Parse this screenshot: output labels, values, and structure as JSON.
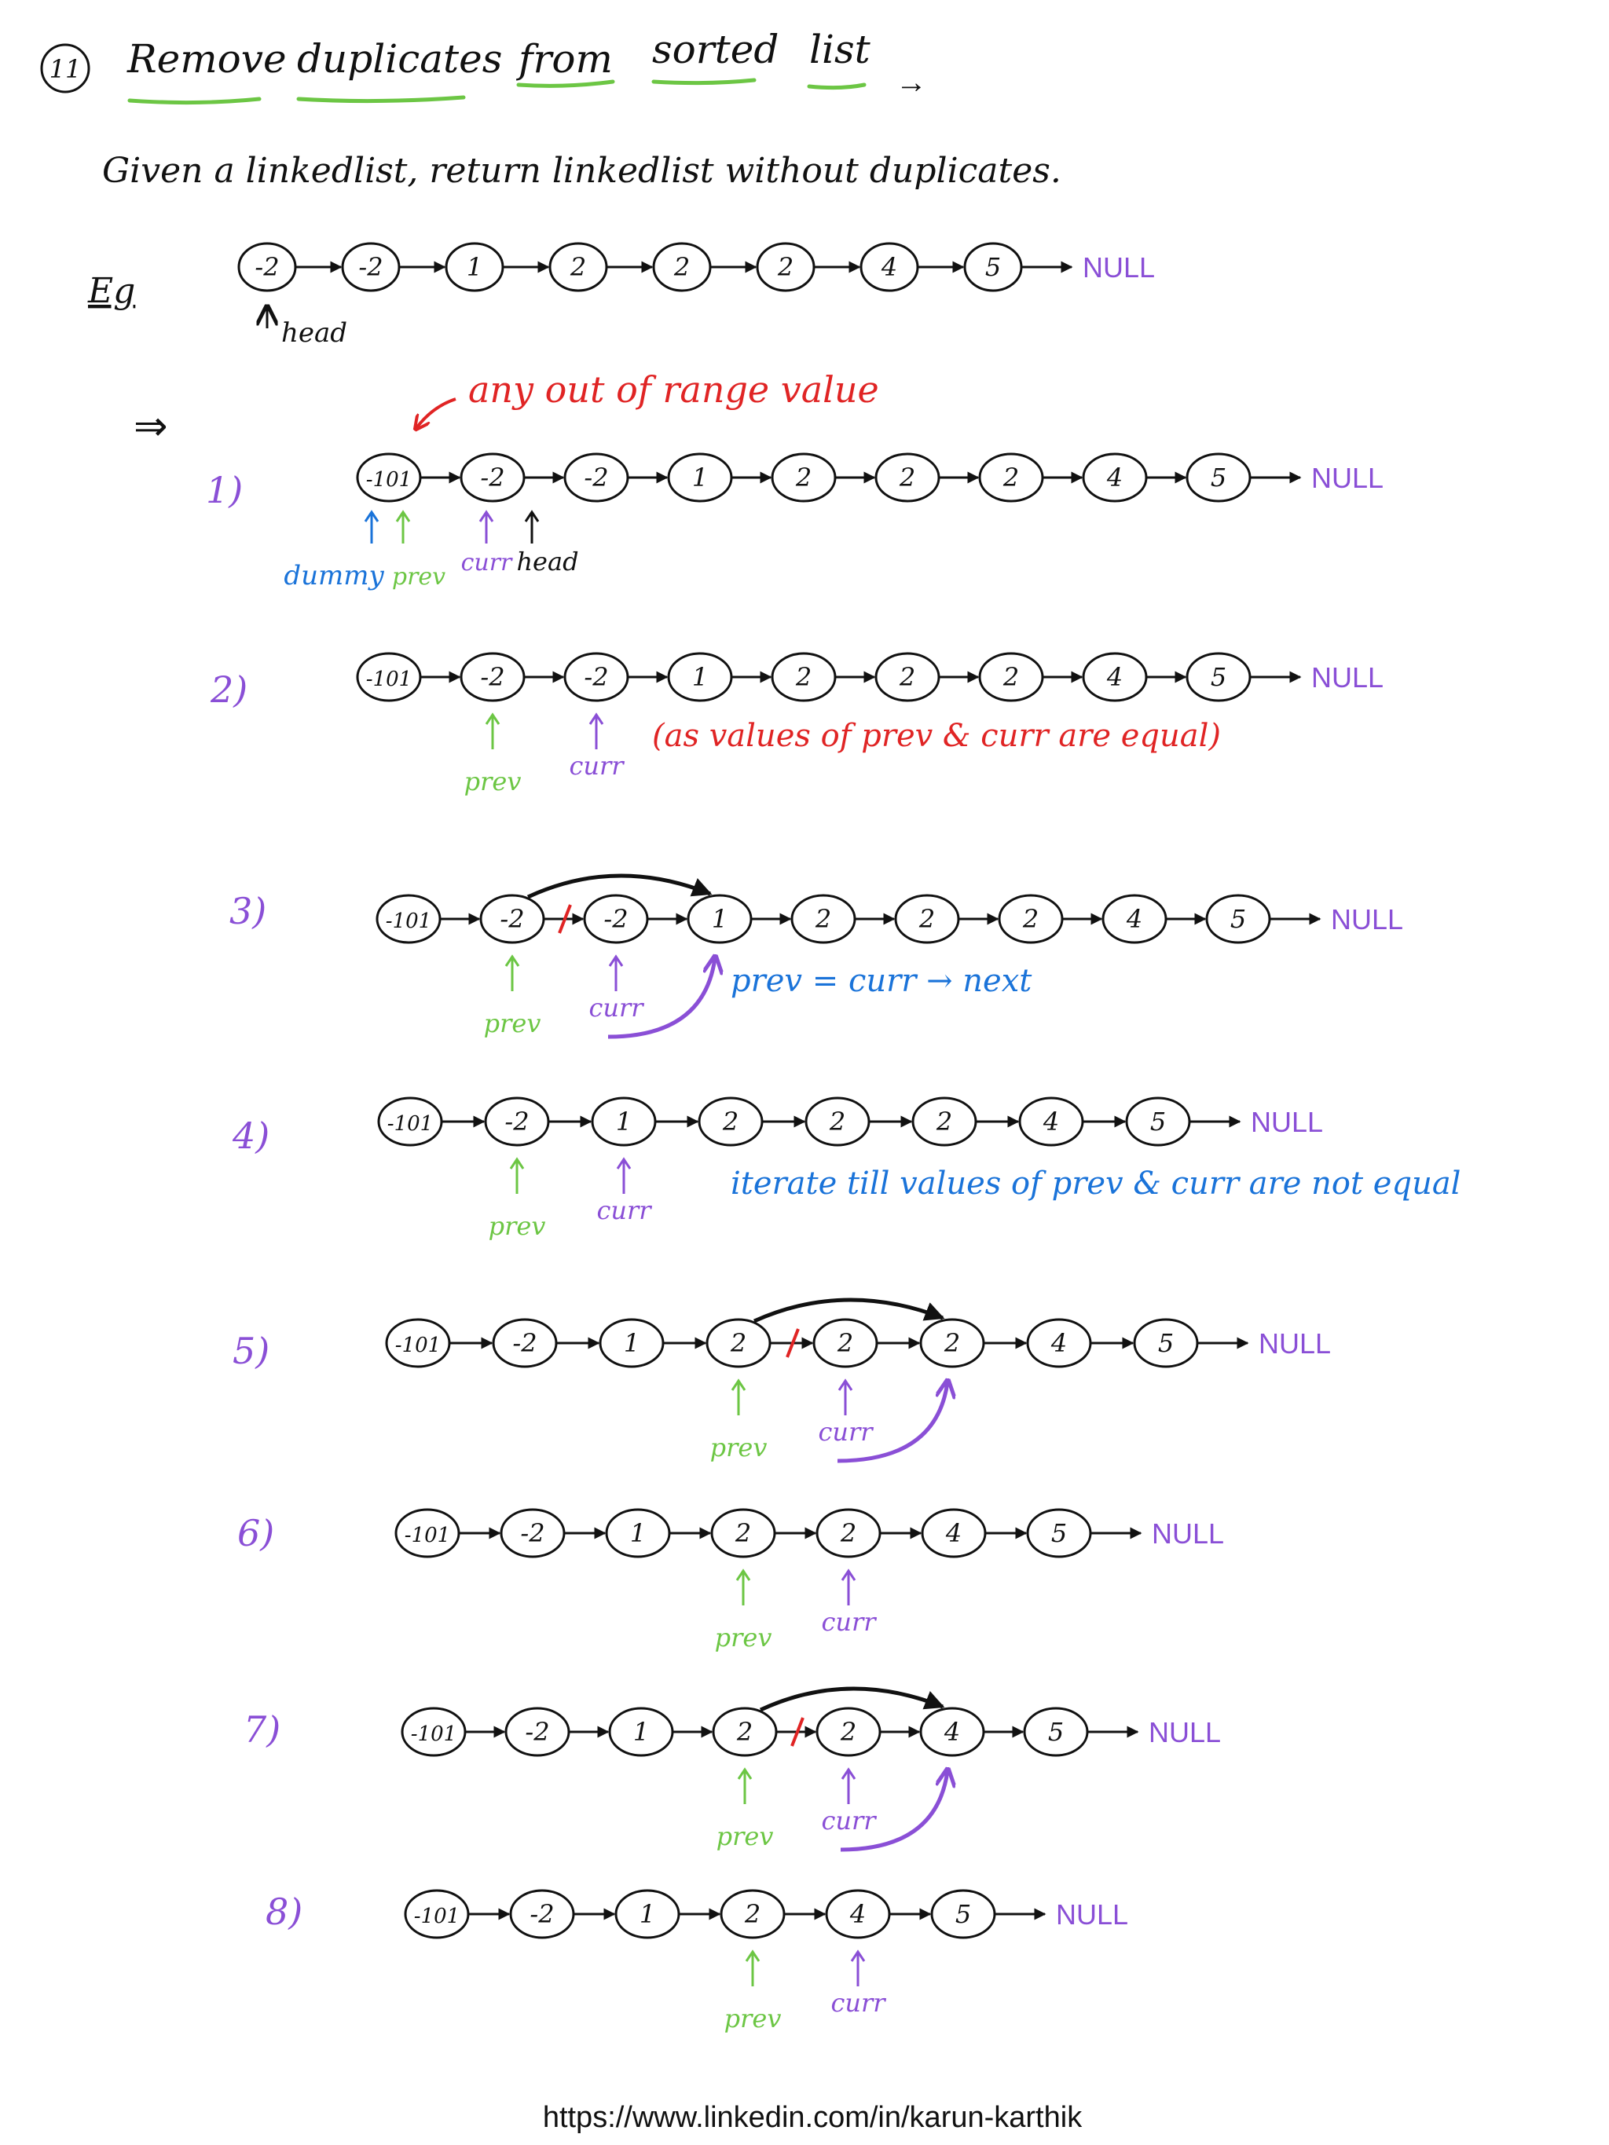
{
  "title": {
    "number": "11",
    "words": [
      "Remove",
      "duplicates",
      "from",
      "sorted",
      "list"
    ],
    "arrow": "→"
  },
  "description": "Given a linkedlist, return linkedlist without duplicates.",
  "example": {
    "label": "Eg",
    "list": [
      "-2",
      "-2",
      "1",
      "2",
      "2",
      "2",
      "4",
      "5"
    ],
    "null_label": "NULL",
    "head_label": "head"
  },
  "implies": "⇒",
  "dummy_note": "any out of range value",
  "steps": [
    {
      "label": "1)",
      "nodes": [
        "-101",
        "-2",
        "-2",
        "1",
        "2",
        "2",
        "2",
        "4",
        "5"
      ],
      "null": "NULL",
      "pointers": [
        {
          "label": "dummy",
          "color": "#1a73d9"
        },
        {
          "label": "prev",
          "color": "#6cc644"
        },
        {
          "label": "curr",
          "color": "#8a4fd6"
        },
        {
          "label": "head",
          "color": "#111111"
        }
      ]
    },
    {
      "label": "2)",
      "nodes": [
        "-101",
        "-2",
        "-2",
        "1",
        "2",
        "2",
        "2",
        "4",
        "5"
      ],
      "null": "NULL",
      "pointers": [
        {
          "label": "prev",
          "color": "#6cc644"
        },
        {
          "label": "curr",
          "color": "#8a4fd6"
        }
      ],
      "note": "(as values of prev & curr are equal)",
      "note_color": "#e02424"
    },
    {
      "label": "3)",
      "nodes": [
        "-101",
        "-2",
        "-2",
        "1",
        "2",
        "2",
        "2",
        "4",
        "5"
      ],
      "null": "NULL",
      "pointers": [
        {
          "label": "prev",
          "color": "#6cc644"
        },
        {
          "label": "curr",
          "color": "#8a4fd6"
        }
      ],
      "note": "prev = curr → next",
      "note_color": "#1a73d9"
    },
    {
      "label": "4)",
      "nodes": [
        "-101",
        "-2",
        "1",
        "2",
        "2",
        "2",
        "4",
        "5"
      ],
      "null": "NULL",
      "pointers": [
        {
          "label": "prev",
          "color": "#6cc644"
        },
        {
          "label": "curr",
          "color": "#8a4fd6"
        }
      ],
      "note": "iterate till values of prev & curr are not equal",
      "note_color": "#1a73d9"
    },
    {
      "label": "5)",
      "nodes": [
        "-101",
        "-2",
        "1",
        "2",
        "2",
        "2",
        "4",
        "5"
      ],
      "null": "NULL",
      "pointers": [
        {
          "label": "prev",
          "color": "#6cc644"
        },
        {
          "label": "curr",
          "color": "#8a4fd6"
        }
      ]
    },
    {
      "label": "6)",
      "nodes": [
        "-101",
        "-2",
        "1",
        "2",
        "2",
        "4",
        "5"
      ],
      "null": "NULL",
      "pointers": [
        {
          "label": "prev",
          "color": "#6cc644"
        },
        {
          "label": "curr",
          "color": "#8a4fd6"
        }
      ]
    },
    {
      "label": "7)",
      "nodes": [
        "-101",
        "-2",
        "1",
        "2",
        "2",
        "4",
        "5"
      ],
      "null": "NULL",
      "pointers": [
        {
          "label": "prev",
          "color": "#6cc644"
        },
        {
          "label": "curr",
          "color": "#8a4fd6"
        }
      ]
    },
    {
      "label": "8)",
      "nodes": [
        "-101",
        "-2",
        "1",
        "2",
        "4",
        "5"
      ],
      "null": "NULL",
      "pointers": [
        {
          "label": "prev",
          "color": "#6cc644"
        },
        {
          "label": "curr",
          "color": "#8a4fd6"
        }
      ]
    }
  ],
  "footer_url": "https://www.linkedin.com/in/karun-karthik",
  "colors": {
    "ink": "#111111",
    "step_number": "#8a4fd6",
    "null": "#8a4fd6",
    "underline": "#6cc644",
    "red": "#e02424",
    "blue": "#1a73d9",
    "green": "#6cc644",
    "purple": "#8a4fd6"
  }
}
